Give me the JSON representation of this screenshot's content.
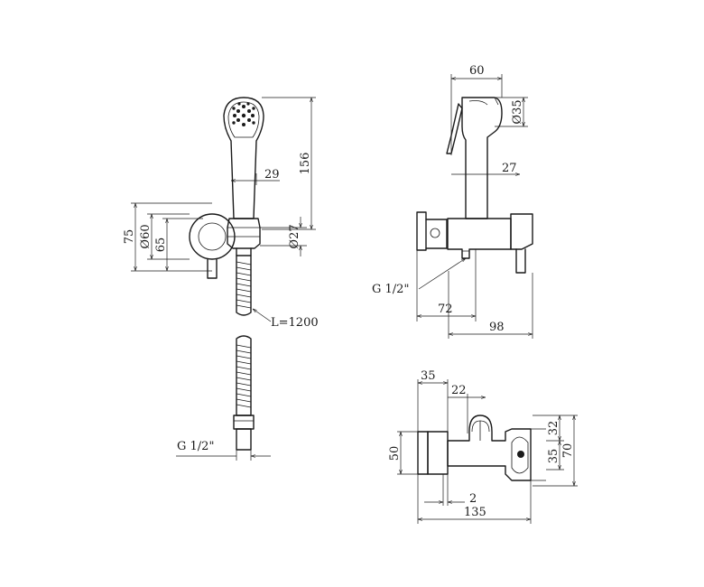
{
  "views": {
    "front": {
      "dims": {
        "head_height": "156",
        "head_width": "29",
        "holder_dia": "Ø27",
        "rosette_dia": "Ø60",
        "rosette_height": "75",
        "rosette_mid": "65",
        "hose_length": "L=1200",
        "thread": "G 1/2\""
      }
    },
    "side": {
      "dims": {
        "width_top": "60",
        "nozzle_dia": "Ø35",
        "handle_width": "27",
        "thread": "G 1/2\"",
        "depth_72": "72",
        "depth_98": "98"
      }
    },
    "top": {
      "dims": {
        "d35": "35",
        "d22": "22",
        "d32": "32",
        "d50": "50",
        "d35v": "35",
        "d70": "70",
        "d2": "2",
        "d135": "135"
      }
    }
  }
}
